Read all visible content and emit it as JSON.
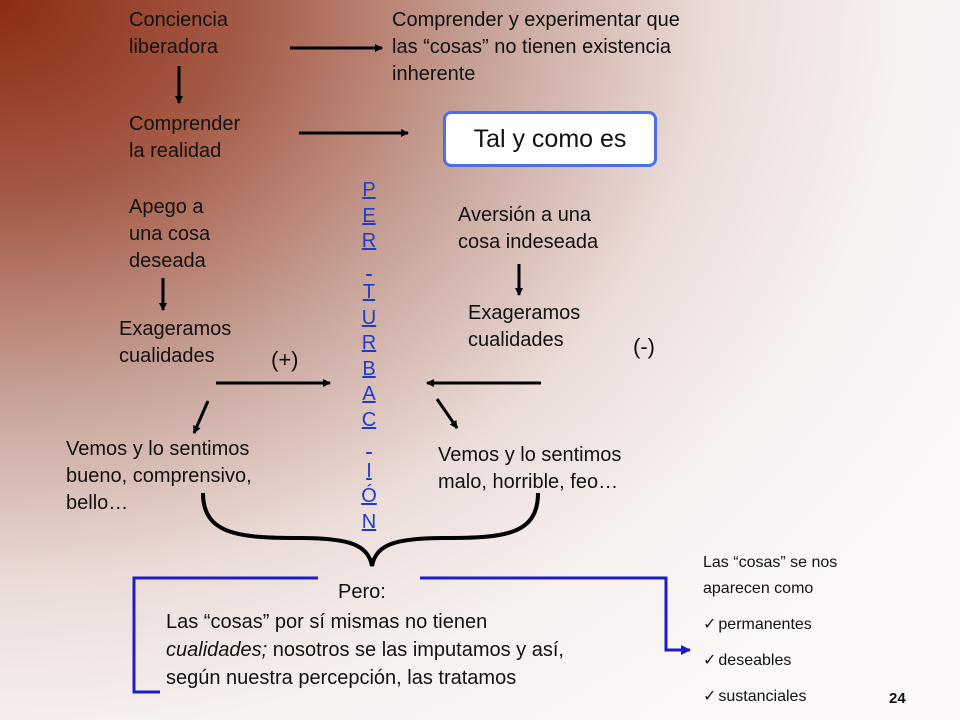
{
  "nodes": {
    "conciencia": "Conciencia\nliberadora",
    "comprender_experimentar": "Comprender y experimentar que\nlas “cosas” no tienen existencia\ninherente",
    "comprender_realidad": "Comprender\nla realidad",
    "tal_como_es": "Tal y como es",
    "apego": "Apego a\nuna cosa\ndeseada",
    "aversion": "Aversión a una\ncosa indeseada",
    "exageramos_left": "Exageramos\ncualidades",
    "exageramos_right": "Exageramos\ncualidades",
    "plus": "(+)",
    "minus": "(-)",
    "vemos_left": "Vemos y lo sentimos\nbueno, comprensivo,\nbello…",
    "vemos_right": "Vemos y lo sentimos\nmalo, horrible, feo…",
    "pero": "Pero:",
    "cosas_cualidades_1": "Las “cosas” por sí mismas no tienen",
    "cosas_cualidades_2a": "cualidades;",
    "cosas_cualidades_2b": " nosotros se las imputamos y así,",
    "cosas_cualidades_3": "según nuestra percepción, las tratamos",
    "aparecen": "Las “cosas” se nos\naparecen como"
  },
  "perturbacion_letters": [
    "P",
    "E",
    "R",
    "",
    "T",
    "U",
    "R",
    "B",
    "A",
    "C",
    "",
    "I",
    "Ó",
    "N"
  ],
  "checklist": [
    "permanentes",
    "deseables",
    "sustanciales"
  ],
  "page_number": "24",
  "colors": {
    "box_border": "#4a6fe8",
    "vertical_text": "#1f3cc6",
    "bracket_line": "#1c1cc8"
  }
}
